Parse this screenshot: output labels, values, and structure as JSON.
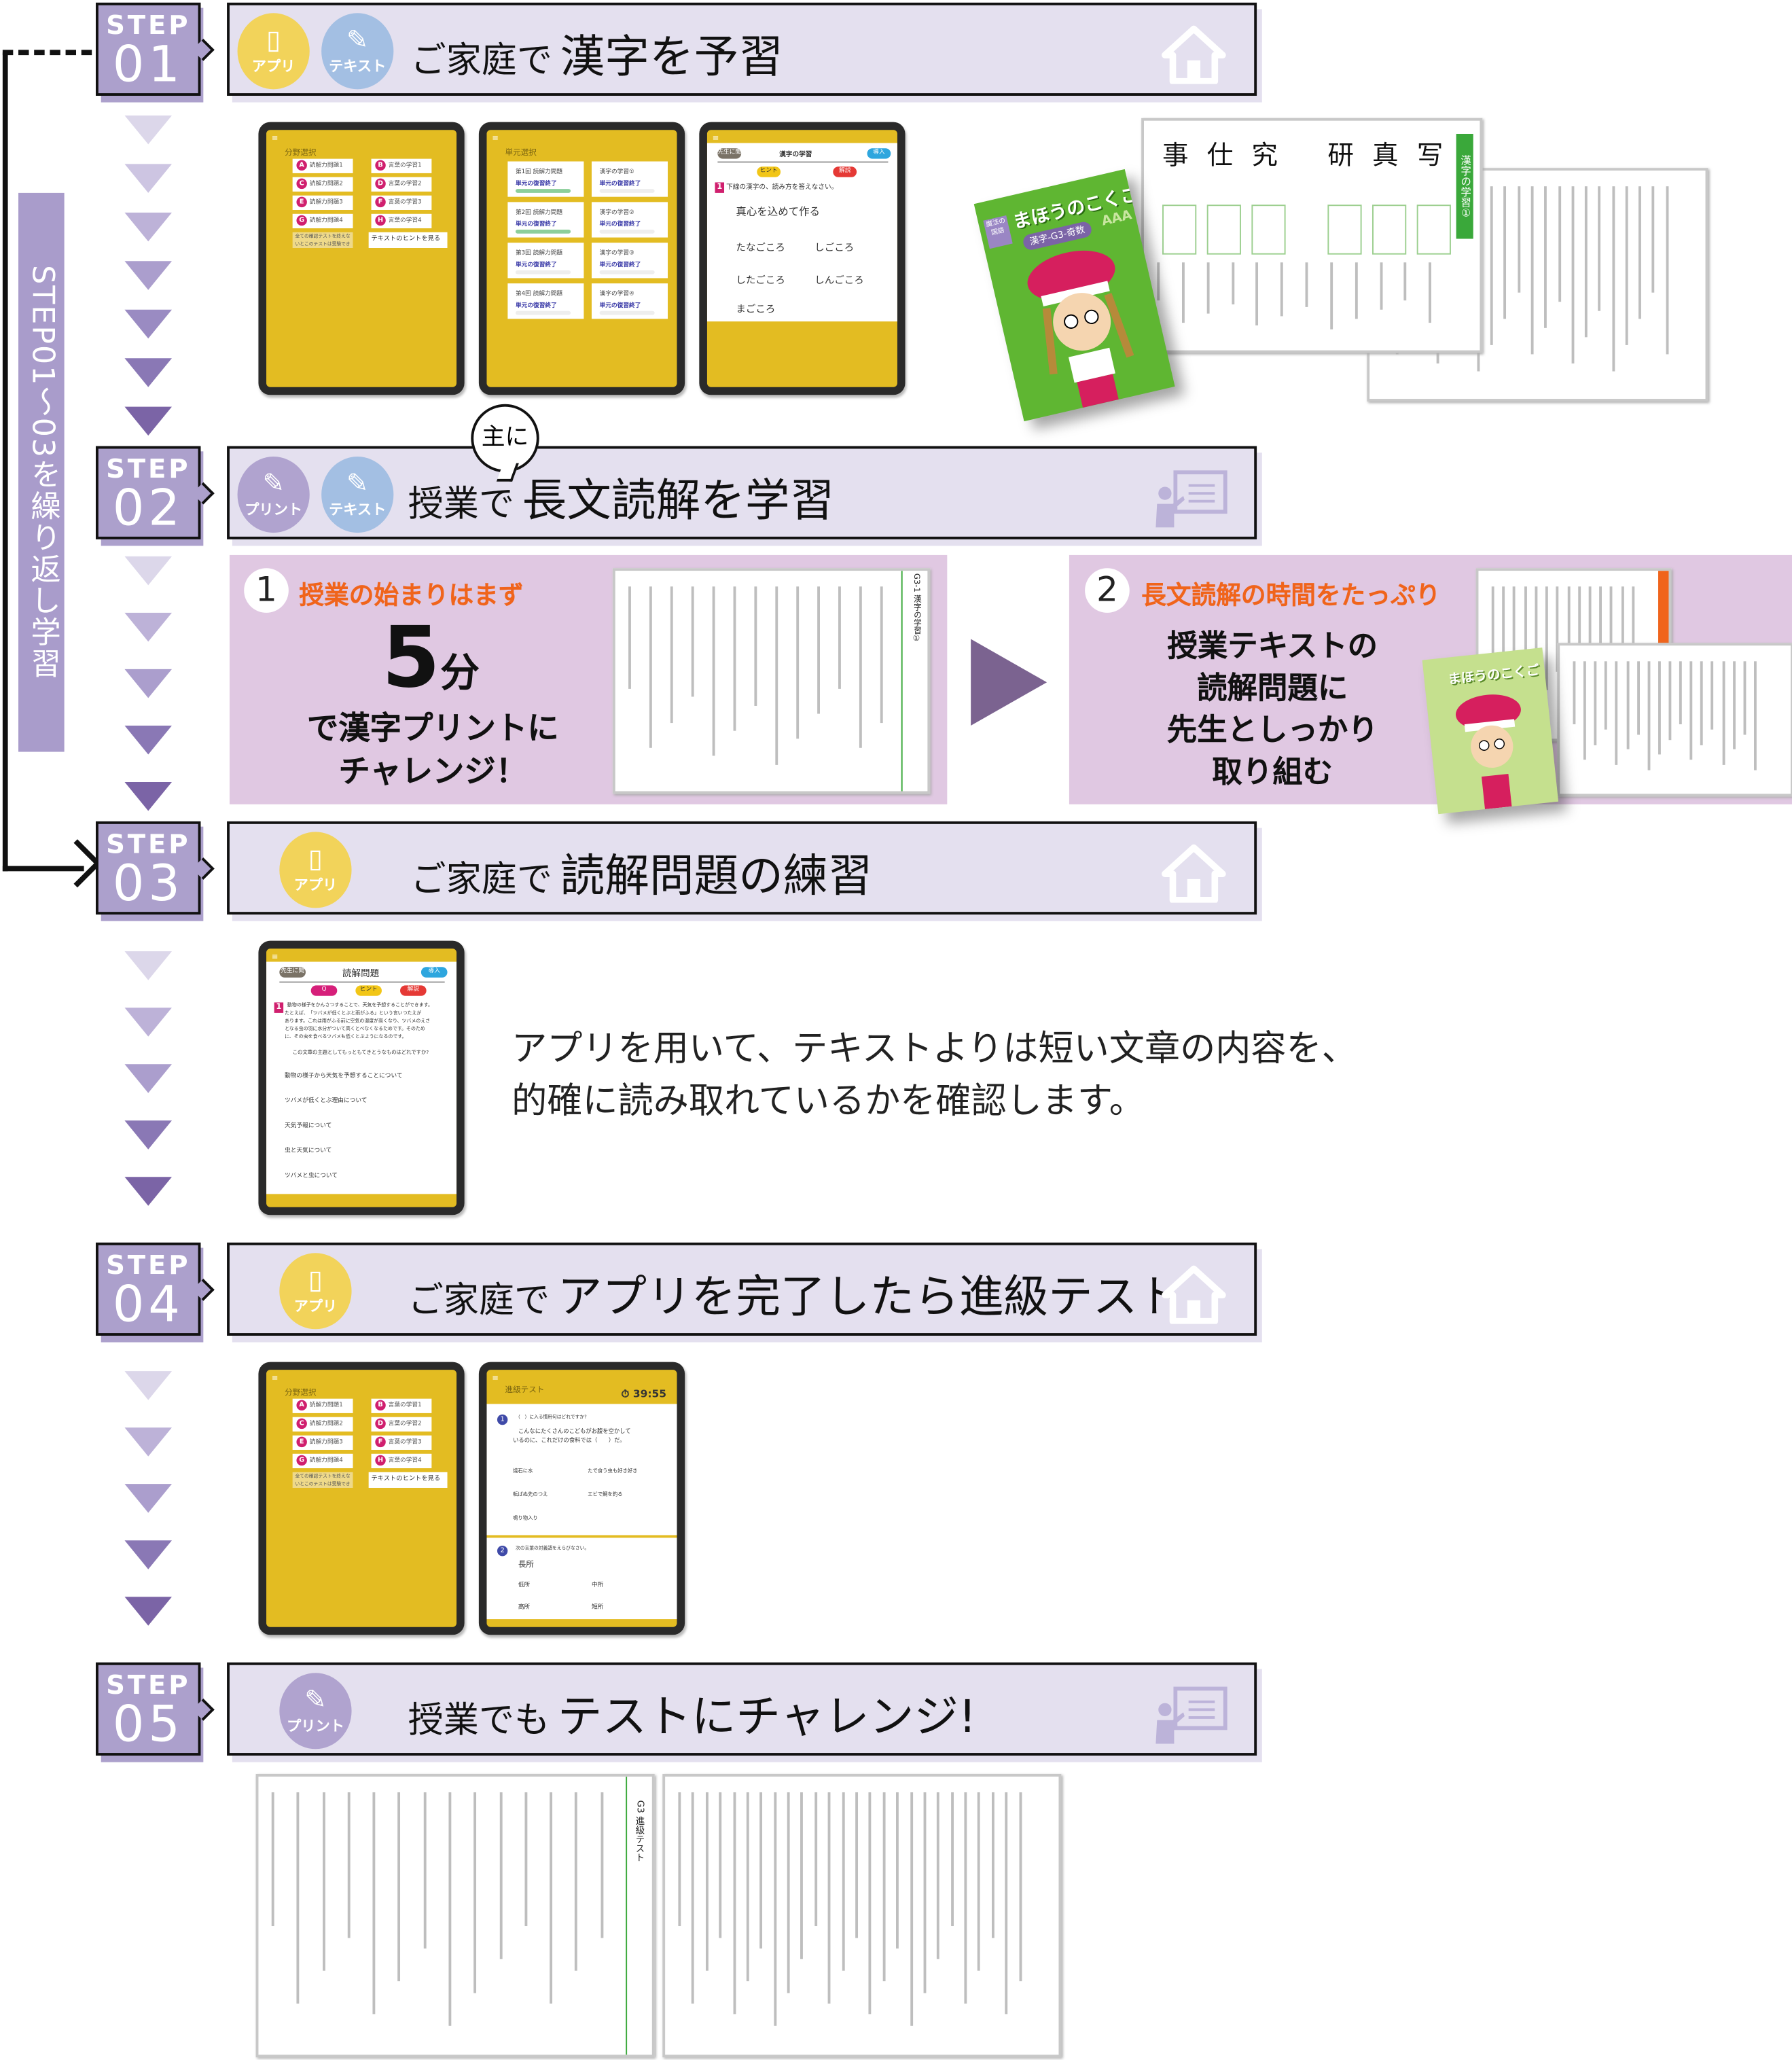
{
  "side_label": "STEP01〜03を繰り返し学習",
  "step_word": "STEP",
  "icon_labels": {
    "app": "アプリ",
    "text": "テキスト",
    "print": "プリント"
  },
  "steps": [
    {
      "num": "01",
      "prefix": "ご家庭で",
      "title": "漢字を予習",
      "deco": "house-icon"
    },
    {
      "num": "02",
      "prefix": "授業で",
      "title": "長文読解を学習",
      "deco": "teacher-icon",
      "bubble": "主に"
    },
    {
      "num": "03",
      "prefix": "ご家庭で",
      "title": "読解問題の練習",
      "deco": "house-icon"
    },
    {
      "num": "04",
      "prefix": "ご家庭で",
      "title": "アプリを完了したら進級テスト",
      "deco": "house-icon"
    },
    {
      "num": "05",
      "prefix": "授業でも",
      "title": "テストにチャレンジ!",
      "deco": "teacher-icon"
    }
  ],
  "step2": {
    "panel1": {
      "num": "1",
      "heading": "授業の始まりはまず",
      "big_num": "5",
      "big_unit": "分",
      "line1": "で漢字プリントに",
      "line2": "チャレンジ！"
    },
    "panel2": {
      "num": "2",
      "heading": "長文読解の時間をたっぷり",
      "lines": [
        "授業テキストの",
        "読解問題に",
        "先生としっかり",
        "取り組む"
      ]
    },
    "worksheet_title": "G3-1 漢字の学習①"
  },
  "step3_desc": [
    "アプリを用いて、テキストよりは短い文章の内容を、",
    "的確に読み取れているかを確認します。"
  ],
  "app": {
    "menu": {
      "title": "分野選択",
      "items": [
        {
          "letter": "A",
          "label": "読解力問題1"
        },
        {
          "letter": "B",
          "label": "言葉の学習1"
        },
        {
          "letter": "C",
          "label": "読解力問題2"
        },
        {
          "letter": "D",
          "label": "言葉の学習2"
        },
        {
          "letter": "E",
          "label": "読解力問題3"
        },
        {
          "letter": "F",
          "label": "言葉の学習3"
        },
        {
          "letter": "G",
          "label": "読解力問題4"
        },
        {
          "letter": "H",
          "label": "言葉の学習4"
        }
      ],
      "locked_note": "全ての確認テストを終えないとこのテストは受験できません",
      "hint_button": "テキストのヒントを見る"
    },
    "units": {
      "title": "単元選択",
      "cards": [
        {
          "title": "第1回 読解力問題",
          "status": "単元の復習終了",
          "progress": 100
        },
        {
          "title": "漢字の学習①",
          "status": "単元の復習終了",
          "progress": 0
        },
        {
          "title": "第2回 読解力問題",
          "status": "単元の復習終了",
          "progress": 100
        },
        {
          "title": "漢字の学習②",
          "status": "単元の復習終了",
          "progress": 0
        },
        {
          "title": "第3回 読解力問題",
          "status": "単元の復習終了",
          "progress": 0
        },
        {
          "title": "漢字の学習③",
          "status": "単元の復習終了",
          "progress": 0
        },
        {
          "title": "第4回 読解力問題",
          "status": "単元の復習終了",
          "progress": 0
        },
        {
          "title": "漢字の学習④",
          "status": "単元の復習終了",
          "progress": 0
        }
      ]
    },
    "kanji": {
      "title": "漢字の学習",
      "ask_teacher": "先生に聞く",
      "enter": "導入",
      "hint": "ヒント",
      "explain": "解説",
      "qnum": "1",
      "instruction": "下線の漢字の、読み方を答えなさい。",
      "question": "真心を込めて作る",
      "choices": [
        "たなごころ",
        "しごころ",
        "したごころ",
        "しんごころ",
        "まごころ"
      ]
    },
    "reading": {
      "title": "読解問題",
      "ask_teacher": "先生に聞く",
      "enter": "導入",
      "q": "Q",
      "hint": "ヒント",
      "explain": "解説",
      "qnum": "1",
      "passage": [
        "動物の様子をかんさつすることで、天気を予想することができます。",
        "たとえば、「ツバメが低くとぶと雨がふる」という言いつたえが",
        "あります。これは雨がふる前に空気の湿度が高くなり、ツバメのえさ",
        "となる虫の羽に水分がついて高くとべなくなるためです。そのため",
        "に、その虫を食べるツバメも低くとぶようになるのです。"
      ],
      "question": "この文章の主題としてもっともてきとうなものはどれですか?",
      "choices": [
        "動物の様子から天気を予想することについて",
        "ツバメが低くとぶ理由について",
        "天気予報について",
        "虫と天気について",
        "ツバメと虫について"
      ]
    },
    "test": {
      "title": "進級テスト",
      "timer": "39:55",
      "q1_num": "1",
      "q1_instruction": "（　）に入る慣用句はどれですか?",
      "q1_text": [
        "こんなにたくさんのこどもがお腹を空かして",
        "いるのに、これだけの食料では（　　）だ。"
      ],
      "q1_choices": [
        "焼石に水",
        "たで食う虫も好き好き",
        "転ばぬ先のつえ",
        "エビで鯛を釣る",
        "鳴り物入り"
      ],
      "q2_num": "2",
      "q2_instruction": "次の言葉の対義語をえらびなさい。",
      "q2_word": "長所",
      "q2_choices": [
        "低所",
        "中所",
        "高所",
        "短所"
      ]
    }
  },
  "materials": {
    "book_title": "まほうのこくご",
    "book_series": "魔法の国語",
    "book_sub": "漢字-G3-奇数",
    "book_grade": "AAA",
    "kanji_sheet_title": "漢字の学習①",
    "kanji_chars": [
      "事",
      "仕",
      "究",
      "研",
      "真",
      "写"
    ],
    "test_title": "G3 進級テスト"
  },
  "colors": {
    "step": "#aca0cc",
    "header": "#e4e0ef",
    "panel": "#e0c8e2",
    "orange": "#f0641b",
    "arrow": "#7b6390",
    "app": "#f2d35a",
    "text": "#a3bfe3",
    "print": "#b0a3cf",
    "tablet_yellow": "#e3bc22"
  }
}
